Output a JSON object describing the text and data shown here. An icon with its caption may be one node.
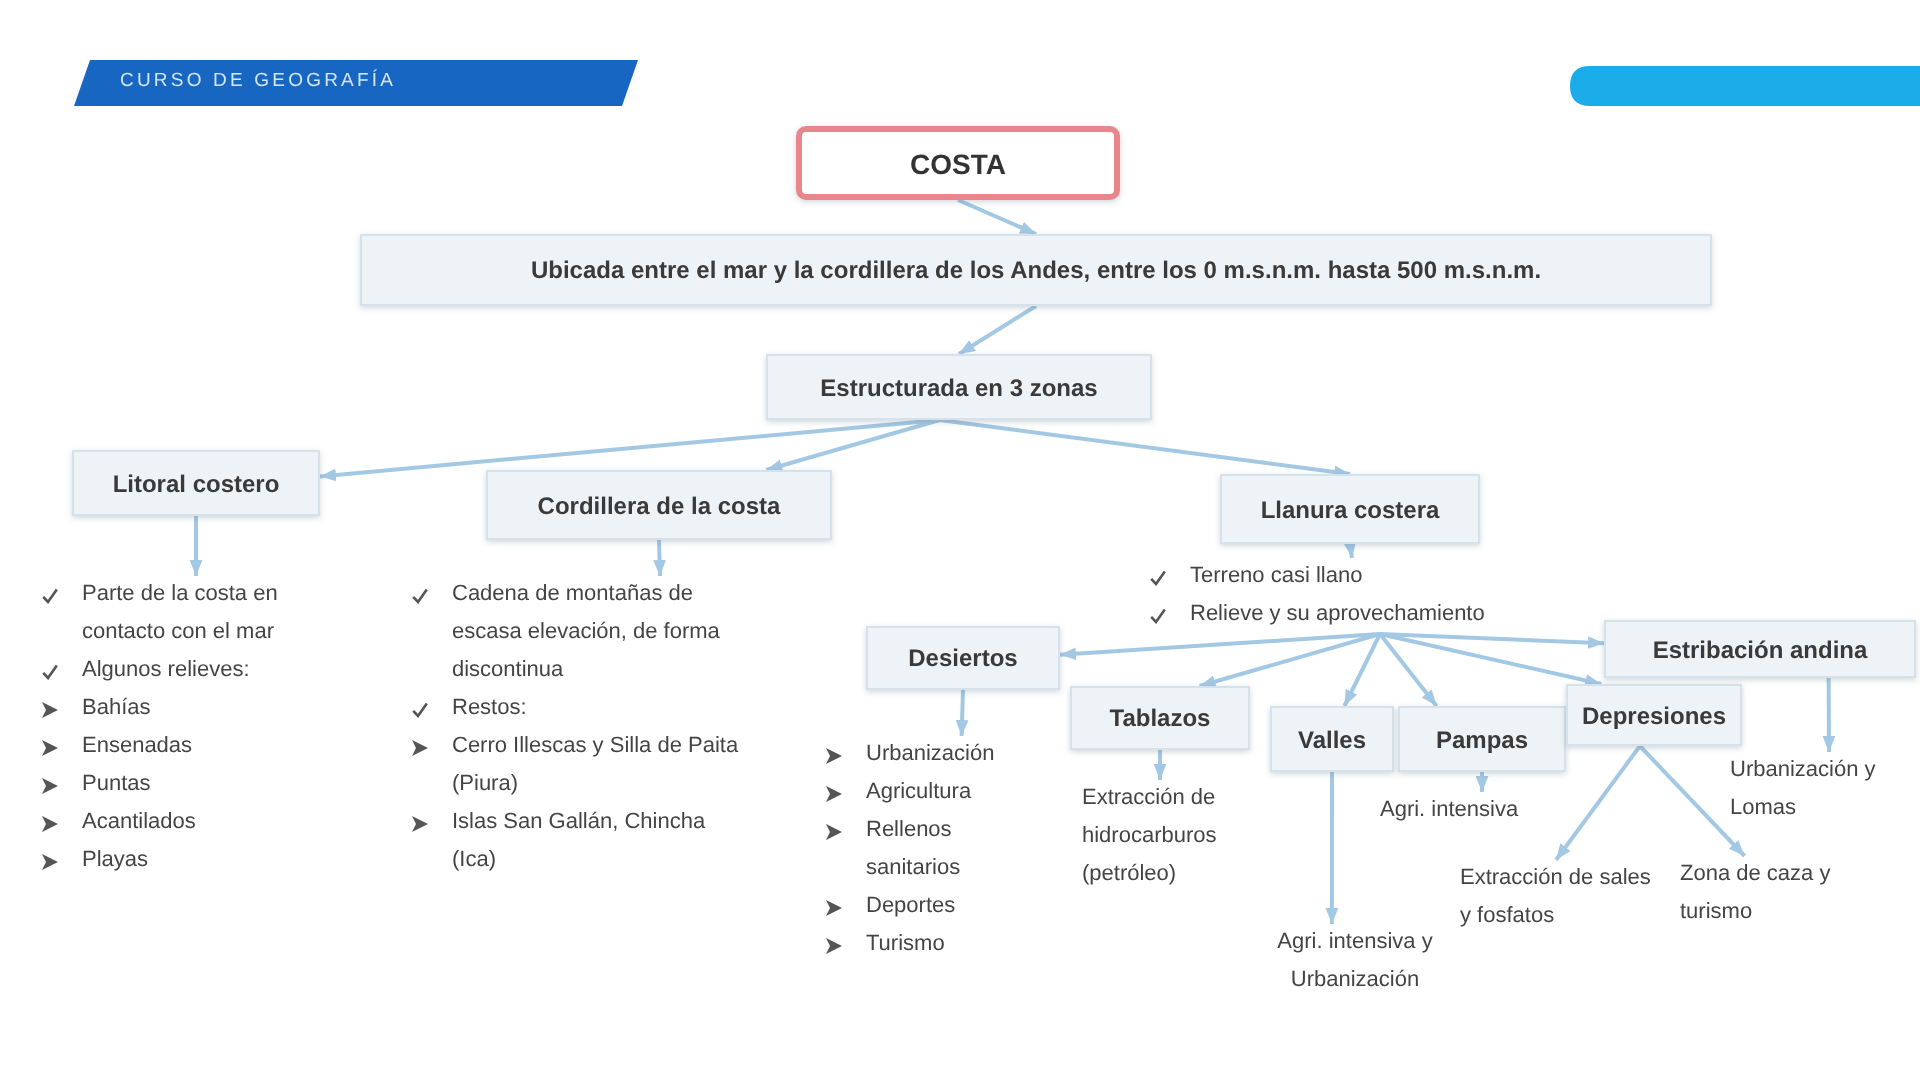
{
  "diagram": {
    "title": "CURSO DE GEOGRAFÍA",
    "nodes": [
      {
        "text": [
          "COSTA"
        ]
      },
      {
        "text": [
          "Ubicada entre el mar y la cordillera de los Andes, entre los 0 m.s.n.m. hasta 500 m.s.n.m."
        ]
      },
      {
        "text": [
          "Estructurada en 3 zonas"
        ]
      },
      {
        "text": [
          "Litoral costero"
        ]
      },
      {
        "text": [
          "Cordillera de la costa"
        ]
      },
      {
        "text": [
          "Llanura costera"
        ]
      },
      {
        "text": [
          "Parte de la costa en contacto con el mar",
          "Algunos relieves:",
          "Bahías",
          "Ensenadas",
          "Puntas",
          "Acantilados",
          "Playas"
        ]
      },
      {
        "text": [
          "Cadena de montañas de escasa elevación, de forma discontinua",
          "Restos:",
          "Cerro Illescas y Silla de Paita (Piura)",
          "Islas San Gallán, Chincha (Ica)"
        ]
      },
      {
        "text": [
          "Terreno casi llano",
          "Relieve y su aprovechamiento"
        ]
      },
      {
        "text": [
          "Desiertos"
        ]
      },
      {
        "text": [
          "Tablazos"
        ]
      },
      {
        "text": [
          "Valles"
        ]
      },
      {
        "text": [
          "Pampas"
        ]
      },
      {
        "text": [
          "Depresiones"
        ]
      },
      {
        "text": [
          "Estribación andina"
        ]
      },
      {
        "text": [
          "Urbanización",
          "Agricultura",
          "Rellenos sanitarios",
          "Deportes",
          "Turismo"
        ]
      },
      {
        "text": [
          "Extracción de hidrocarburos (petróleo)"
        ]
      },
      {
        "text": [
          "Agri. intensiva y Urbanización"
        ]
      },
      {
        "text": [
          "Agri. intensiva"
        ]
      },
      {
        "text": [
          "Extracción de sales y fosfatos"
        ]
      },
      {
        "text": [
          "Zona de caza y turismo"
        ]
      },
      {
        "text": [
          "Urbanización y Lomas"
        ]
      }
    ],
    "edges": [
      {
        "from": 0,
        "to": 1,
        "arrow": "to"
      },
      {
        "from": 1,
        "to": 2,
        "arrow": "to"
      },
      {
        "from": 2,
        "to": 3,
        "arrow": "to"
      },
      {
        "from": 2,
        "to": 4,
        "arrow": "to"
      },
      {
        "from": 2,
        "to": 5,
        "arrow": "to"
      },
      {
        "from": 3,
        "to": 6,
        "arrow": "to"
      },
      {
        "from": 4,
        "to": 7,
        "arrow": "to"
      },
      {
        "from": 5,
        "to": 8,
        "arrow": "to"
      },
      {
        "from": 8,
        "to": 9,
        "arrow": "to"
      },
      {
        "from": 8,
        "to": 10,
        "arrow": "to"
      },
      {
        "from": 8,
        "to": 11,
        "arrow": "to"
      },
      {
        "from": 8,
        "to": 12,
        "arrow": "to"
      },
      {
        "from": 8,
        "to": 13,
        "arrow": "to"
      },
      {
        "from": 8,
        "to": 14,
        "arrow": "to"
      },
      {
        "from": 9,
        "to": 15,
        "arrow": "to"
      },
      {
        "from": 10,
        "to": 16,
        "arrow": "to"
      },
      {
        "from": 11,
        "to": 17,
        "arrow": "to"
      },
      {
        "from": 12,
        "to": 18,
        "arrow": "to"
      },
      {
        "from": 13,
        "to": 19,
        "arrow": "to"
      },
      {
        "from": 13,
        "to": 20,
        "arrow": "to"
      },
      {
        "from": 14,
        "to": 21,
        "arrow": "to"
      }
    ]
  }
}
